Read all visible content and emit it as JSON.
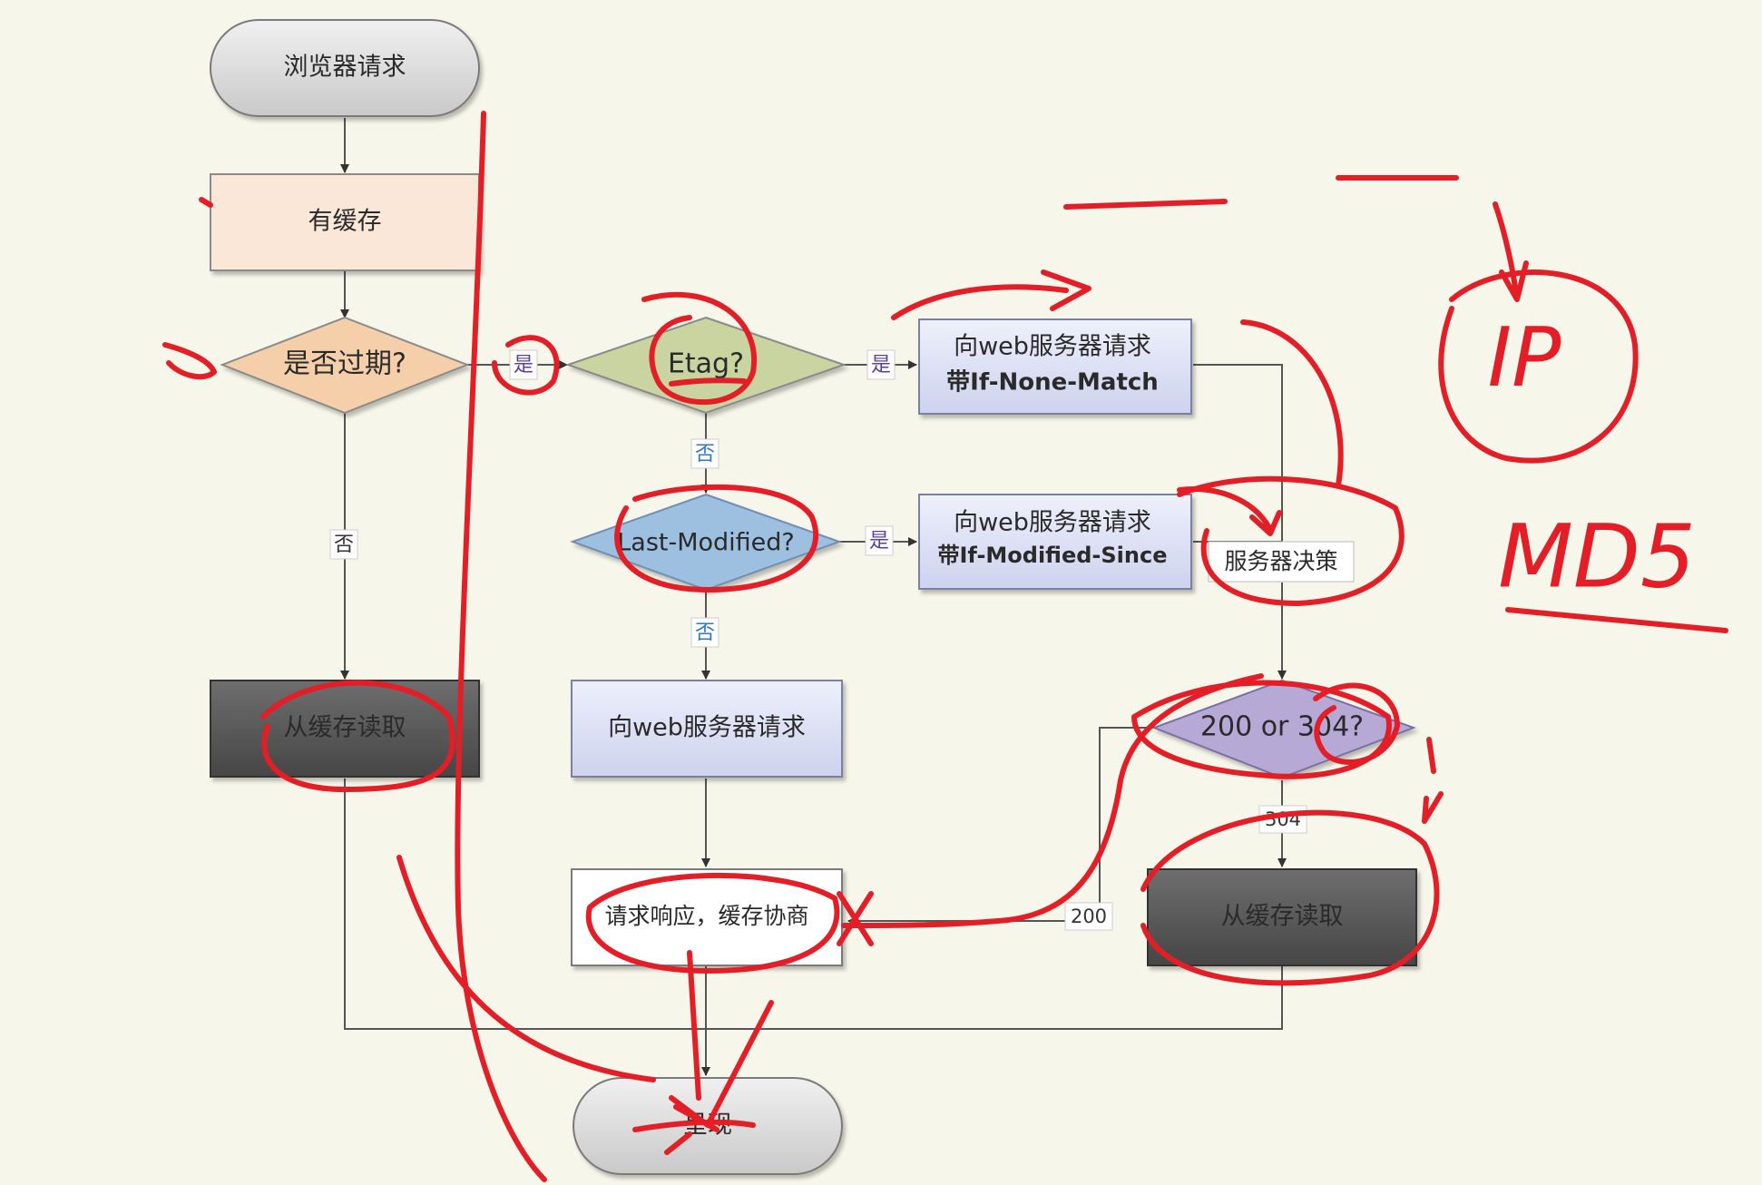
{
  "nodes": {
    "start": "浏览器请求",
    "has_cache": "有缓存",
    "expired": "是否过期?",
    "etag": "Etag?",
    "last_modified": "Last-Modified?",
    "req_etag_line1": "向web服务器请求",
    "req_etag_line2": "带If-None-Match",
    "req_lm_line1": "向web服务器请求",
    "req_lm_line2": "带If-Modified-Since",
    "server_decision": "服务器决策",
    "req_plain": "向web服务器请求",
    "response": "请求响应，缓存协商",
    "status_check": "200 or 304?",
    "read_cache_left": "从缓存读取",
    "read_cache_right": "从缓存读取",
    "render": "呈现"
  },
  "edge_labels": {
    "yes": "是",
    "no": "否",
    "code_304": "304",
    "code_200": "200"
  },
  "annotations": {
    "ip": "IP",
    "md5": "MD5"
  },
  "colors": {
    "background": "#f7f6ea",
    "annotation_ink": "#e41e26",
    "terminal_fill": "#dcdcdc",
    "cache_box_fill": "#fbe7d8",
    "expired_fill": "#f4cfaa",
    "etag_fill": "#c9d4a1",
    "last_modified_fill": "#9dbfe0",
    "request_box_fill": "#dde0f4",
    "status_fill": "#b6a9d6",
    "dark_box_fill": "#5a5a5a",
    "yes_label": "#5b3fa0",
    "no_label": "#2f78c4"
  }
}
